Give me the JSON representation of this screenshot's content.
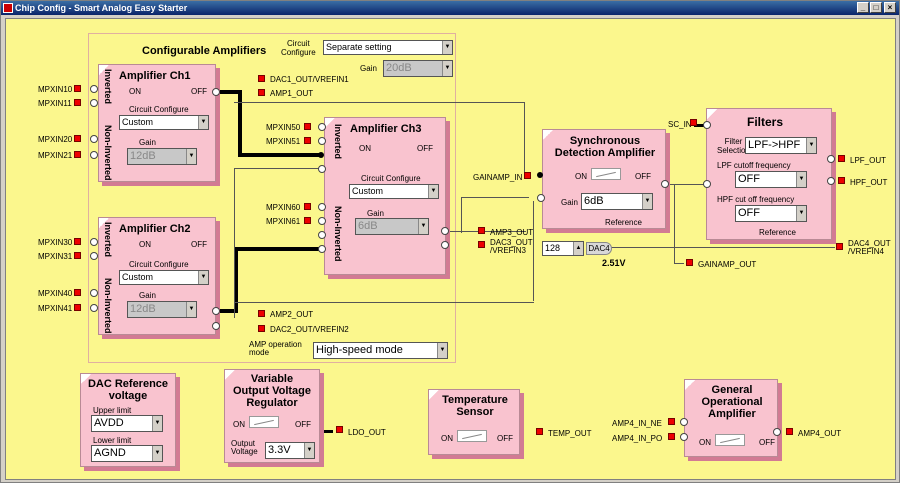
{
  "window": {
    "title": "Chip Config - Smart Analog Easy Starter",
    "min": "_",
    "max": "□",
    "close": "×"
  },
  "configurable": {
    "title": "Configurable Amplifiers",
    "circuit_configure_label": "Circuit\nConfigure",
    "circuit_configure_value": "Separate setting",
    "gain_label": "Gain",
    "gain_value": "20dB",
    "amp_mode_label": "AMP operation\nmode",
    "amp_mode_value": "High-speed mode"
  },
  "ch1": {
    "title": "Amplifier Ch1",
    "inverted": "Inverted",
    "non_inverted": "Non-Inverted",
    "on": "ON",
    "off": "OFF",
    "cc_label": "Circuit Configure",
    "cc_value": "Custom",
    "gain_label": "Gain",
    "gain_value": "12dB",
    "pins": [
      "MPXIN10",
      "MPXIN11",
      "MPXIN20",
      "MPXIN21"
    ],
    "out1": "DAC1_OUT/VREFIN1",
    "out2": "AMP1_OUT"
  },
  "ch2": {
    "title": "Amplifier Ch2",
    "inverted": "Inverted",
    "non_inverted": "Non-Inverted",
    "on": "ON",
    "off": "OFF",
    "cc_label": "Circuit Configure",
    "cc_value": "Custom",
    "gain_label": "Gain",
    "gain_value": "12dB",
    "pins": [
      "MPXIN30",
      "MPXIN31",
      "MPXIN40",
      "MPXIN41"
    ],
    "out1": "AMP2_OUT",
    "out2": "DAC2_OUT/VREFIN2"
  },
  "ch3": {
    "title": "Amplifier Ch3",
    "inverted": "Inverted",
    "non_inverted": "Non-Inverted",
    "on": "ON",
    "off": "OFF",
    "cc_label": "Circuit Configure",
    "cc_value": "Custom",
    "gain_label": "Gain",
    "gain_value": "6dB",
    "pins": [
      "MPXIN50",
      "MPXIN51",
      "MPXIN60",
      "MPXIN61"
    ],
    "out1": "AMP3_OUT",
    "out2": "DAC3_OUT\n/VREFIN3"
  },
  "sync": {
    "title": "Synchronous\nDetection Amplifier",
    "in": "GAINAMP_IN",
    "on": "ON",
    "off": "OFF",
    "gain_label": "Gain",
    "gain_value": "6dB",
    "reference": "Reference",
    "dac_value": "128",
    "dac_label": "DAC4",
    "voltage": "2.51V",
    "gainamp_out": "GAINAMP_OUT"
  },
  "filters": {
    "title": "Filters",
    "sc_in": "SC_IN",
    "filter_sel_label": "Filter\nSelection",
    "filter_sel_value": "LPF->HPF",
    "lpf_label": "LPF cutoff frequency",
    "lpf_value": "OFF",
    "hpf_label": "HPF cut off frequency",
    "hpf_value": "OFF",
    "reference": "Reference",
    "lpf_out": "LPF_OUT",
    "hpf_out": "HPF_OUT",
    "dac4_out": "DAC4_OUT\n/VREFIN4"
  },
  "dacref": {
    "title": "DAC Reference\nvoltage",
    "upper_label": "Upper limit",
    "upper_value": "AVDD",
    "lower_label": "Lower limit",
    "lower_value": "AGND"
  },
  "vreg": {
    "title": "Variable\nOutput Voltage\nRegulator",
    "on": "ON",
    "off": "OFF",
    "out_label": "Output\nVoltage",
    "out_value": "3.3V",
    "pin": "LDO_OUT"
  },
  "temp": {
    "title": "Temperature\nSensor",
    "on": "ON",
    "off": "OFF",
    "pin": "TEMP_OUT"
  },
  "genop": {
    "title": "General\nOperational\nAmplifier",
    "on": "ON",
    "off": "OFF",
    "in_ne": "AMP4_IN_NE",
    "in_po": "AMP4_IN_PO",
    "out": "AMP4_OUT"
  },
  "colors": {
    "background": "#fbf78d",
    "block": "#f9c3cf",
    "shadow": "#d27b93",
    "pin": "#e00000"
  }
}
